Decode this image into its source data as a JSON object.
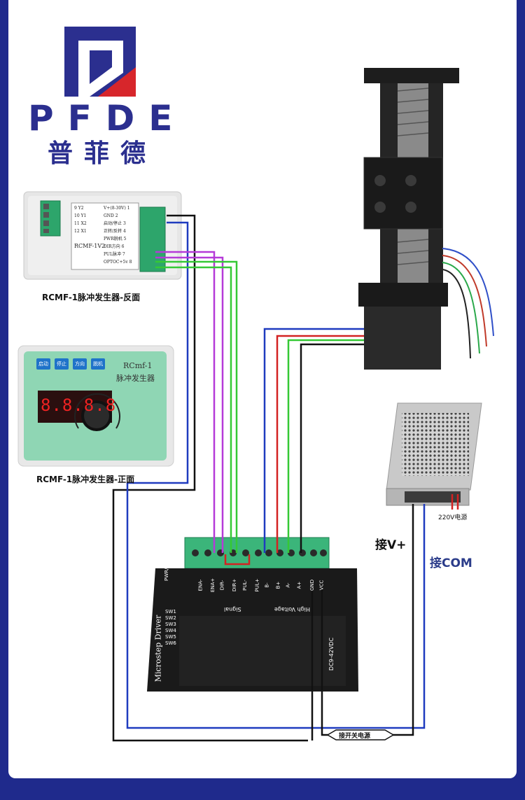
{
  "brand": {
    "name": "PFDE",
    "name_cn": "普菲德",
    "colors": {
      "navy": "#2b2f8f",
      "red": "#d7262b"
    }
  },
  "controller_back": {
    "caption": "RCMF-1脉冲发生器-反面",
    "model": "RCMF-1V2",
    "left_pins": [
      "9",
      "10",
      "11",
      "12"
    ],
    "left_pin_names": [
      "Y2",
      "Y1",
      "X2",
      "X1"
    ],
    "right_pins": [
      {
        "label": "V+(8-30V)",
        "num": "1"
      },
      {
        "label": "GND",
        "num": "2"
      },
      {
        "label": "启动/停止",
        "num": "3"
      },
      {
        "label": "正转/反转",
        "num": "4"
      },
      {
        "label": "PWR脱机",
        "num": "5"
      },
      {
        "label": "DIR方向",
        "num": "6"
      },
      {
        "label": "PUL脉冲",
        "num": "7"
      },
      {
        "label": "OPTOC+5v",
        "num": "8"
      }
    ]
  },
  "controller_front": {
    "caption": "RCMF-1脉冲发生器-正面",
    "title_en": "RCmf-1",
    "title_cn": "脉冲发生器",
    "buttons": [
      "启动",
      "停止",
      "方向",
      "脱机"
    ],
    "display": "8.8.8.8"
  },
  "power_supply": {
    "input_label": "220V电源"
  },
  "labels": {
    "v_plus": "接V+",
    "com": "接COM",
    "switch_power": "接开关电源"
  },
  "driver": {
    "name": "Microstep Driver",
    "voltage": "DC9-42VDC",
    "signal_label": "Signal",
    "hv_label": "High Voltage",
    "terminals": [
      "ENA-",
      "ENA+",
      "DIR-",
      "DIR+",
      "PUL-",
      "PUL+",
      "B-",
      "B+",
      "A-",
      "A+",
      "GND",
      "VCC"
    ],
    "switches": [
      "SW1",
      "SW2",
      "SW3",
      "SW4",
      "SW5",
      "SW6"
    ],
    "pwr_label": "PWR/ALARM"
  },
  "wire_colors": {
    "black": "#111111",
    "blue": "#1f3bbf",
    "red": "#d32222",
    "green": "#35c935",
    "magenta": "#b53ad8"
  }
}
